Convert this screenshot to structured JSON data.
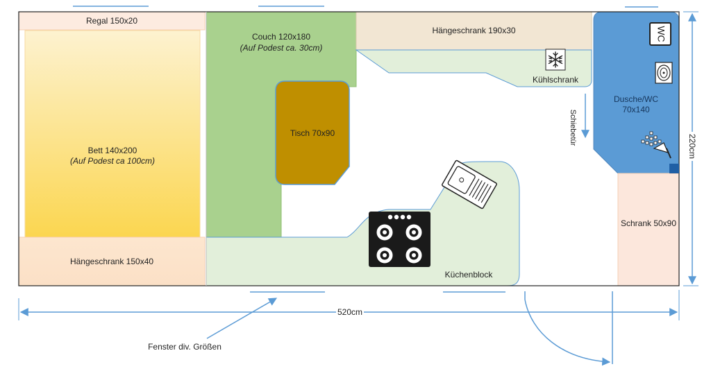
{
  "rooms": {
    "regal": {
      "label": "Regal 150x20"
    },
    "bett": {
      "label": "Bett 140x200",
      "note": "(Auf Podest ca 100cm)"
    },
    "haengeschrank_links": {
      "label": "Hängeschrank 150x40"
    },
    "couch": {
      "label": "Couch 120x180",
      "note": "(Auf Podest ca. 30cm)"
    },
    "tisch": {
      "label": "Tisch 70x90"
    },
    "haengeschrank_oben": {
      "label": "Hängeschrank 190x30"
    },
    "kuehlschrank": {
      "label": "Kühlschrank"
    },
    "dusche": {
      "label": "Dusche/WC",
      "size": "70x140"
    },
    "schiebetuer": {
      "label": "Schiebetür"
    },
    "schrank": {
      "label": "Schrank 50x90"
    },
    "kuechenblock": {
      "label": "Küchenblock"
    }
  },
  "icons": {
    "wc": {
      "name": "wc-icon",
      "text": "WC"
    },
    "snowflake": {
      "name": "snowflake-icon"
    },
    "washbasin": {
      "name": "washbasin-icon"
    },
    "shower": {
      "name": "shower-icon"
    },
    "sink": {
      "name": "sink-icon"
    },
    "stove": {
      "name": "stove-icon"
    }
  },
  "dimensions": {
    "width": "520cm",
    "height": "220cm"
  },
  "annotations": {
    "fenster": "Fenster div. Größen"
  },
  "colors": {
    "bed_top": "#fdf0c8",
    "bed_bottom": "#fad24e",
    "couch": "#a8d08d",
    "table": "#bf9000",
    "kitchen": "#e2efda",
    "wardrobe": "#f8cbad",
    "shower": "#5b9bd5",
    "cabinet": "#f2e7d5",
    "dimension": "#5b9bd5"
  }
}
